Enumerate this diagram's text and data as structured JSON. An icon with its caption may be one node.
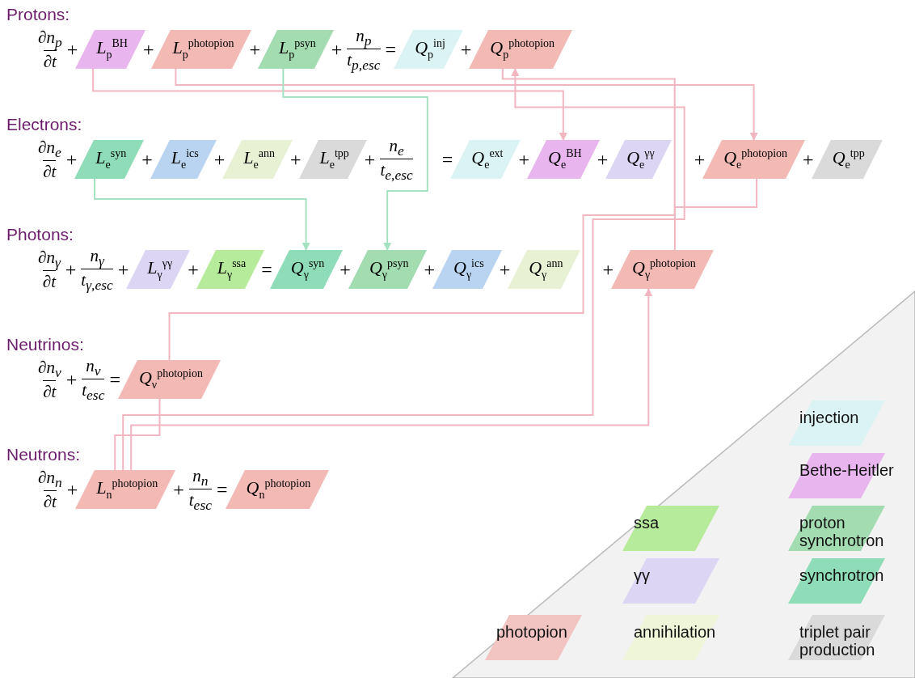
{
  "diagram": {
    "nodes": [
      {
        "text": [
          "L$_{p}$$^{BH}$"
        ]
      },
      {
        "text": [
          "L$_{p}$$^{photopion}$"
        ]
      },
      {
        "text": [
          "L$_{p}$$^{psyn}$"
        ]
      },
      {
        "text": [
          "Q$_{p}$$^{inj}$"
        ]
      },
      {
        "text": [
          "Q$_{p}$$^{photopion}$"
        ]
      },
      {
        "text": [
          "L$_{e}$$^{syn}$"
        ]
      },
      {
        "text": [
          "L$_{e}$$^{ics}$"
        ]
      },
      {
        "text": [
          "L$_{e}$$^{ann}$"
        ]
      },
      {
        "text": [
          "L$_{e}$$^{tpp}$"
        ]
      },
      {
        "text": [
          "Q$_{e}$$^{ext}$"
        ]
      },
      {
        "text": [
          "Q$_{e}$$^{BH}$"
        ]
      },
      {
        "text": [
          "Q$_{e}$$^{γγ}$"
        ]
      },
      {
        "text": [
          "Q$_{e}$$^{photopion}$"
        ]
      },
      {
        "text": [
          "Q$_{e}$$^{tpp}$"
        ]
      },
      {
        "text": [
          "L$_{γ}$$^{γγ}$"
        ]
      },
      {
        "text": [
          "L$_{γ}$$^{ssa}$"
        ]
      },
      {
        "text": [
          "Q$_{γ}$$^{syn}$"
        ]
      },
      {
        "text": [
          "Q$_{γ}$$^{psyn}$"
        ]
      },
      {
        "text": [
          "Q$_{γ}$$^{ics}$"
        ]
      },
      {
        "text": [
          "Q$_{γ}$$^{ann}$"
        ]
      },
      {
        "text": [
          "Q$_{γ}$$^{photopion}$"
        ]
      },
      {
        "text": [
          "Q$_{ν}$$^{photopion}$"
        ]
      },
      {
        "text": [
          "L$_{n}$$^{photopion}$"
        ]
      },
      {
        "text": [
          "Q$_{n}$$^{photopion}$"
        ]
      }
    ],
    "edges": [
      {
        "from": 0,
        "to": 10,
        "arrow": "to"
      },
      {
        "from": 1,
        "to": 12,
        "arrow": "to"
      },
      {
        "from": 2,
        "to": 17,
        "arrow": "to",
        "color": "#a6e2c2"
      },
      {
        "from": 5,
        "to": 16,
        "arrow": "to",
        "color": "#a6e2c2"
      },
      {
        "from": 12,
        "to": 20,
        "arrow": "none"
      },
      {
        "from": 4,
        "to": 21,
        "arrow": "none"
      },
      {
        "from": 22,
        "to": 4,
        "arrow": "to"
      },
      {
        "from": 22,
        "to": 20,
        "arrow": "to"
      },
      {
        "from": 22,
        "to": 21,
        "arrow": "none"
      }
    ],
    "labels": [
      "Protons:",
      "∂n$_{p}$",
      "∂t",
      "+",
      "+",
      "+",
      "+",
      "n$_{p}$",
      "t$_{p,esc}$",
      "=",
      "+",
      "Electrons:",
      "∂n$_{e}$",
      "∂t",
      "+",
      "+",
      "+",
      "+",
      "+",
      "n$_{e}$",
      "t$_{e,esc}$",
      "=",
      "+",
      "+",
      "+",
      "+",
      "Photons:",
      "∂n$_{γ}$",
      "∂t",
      "+",
      "n$_{γ}$",
      "t$_{γ,esc}$",
      "+",
      "+",
      "=",
      "+",
      "+",
      "+",
      "+",
      "Neutrinos:",
      "∂n$_{ν}$",
      "∂t",
      "+",
      "n$_{ν}$",
      "t$_{esc}$",
      "=",
      "Neutrons:",
      "∂n$_{n}$",
      "∂t",
      "+",
      "+",
      "n$_{n}$",
      "t$_{esc}$",
      "="
    ],
    "legend": [
      {
        "text": "injection",
        "color": "#dcf3f4"
      },
      {
        "text": "Bethe-Heitler",
        "color": "#e8b5ee"
      },
      {
        "text": "ssa",
        "color": "#b6eb9b"
      },
      {
        "text": "proton synchrotron",
        "color": "#a3dcb0"
      },
      {
        "text": "γγ",
        "color": "#dcd5f4"
      },
      {
        "text": "synchrotron",
        "color": "#8fdcb8"
      },
      {
        "text": "photopion",
        "color": "#f2c4c2"
      },
      {
        "text": "annihilation",
        "color": "#eff5d8"
      },
      {
        "text": "triplet pair production",
        "color": "#dadada"
      }
    ]
  }
}
